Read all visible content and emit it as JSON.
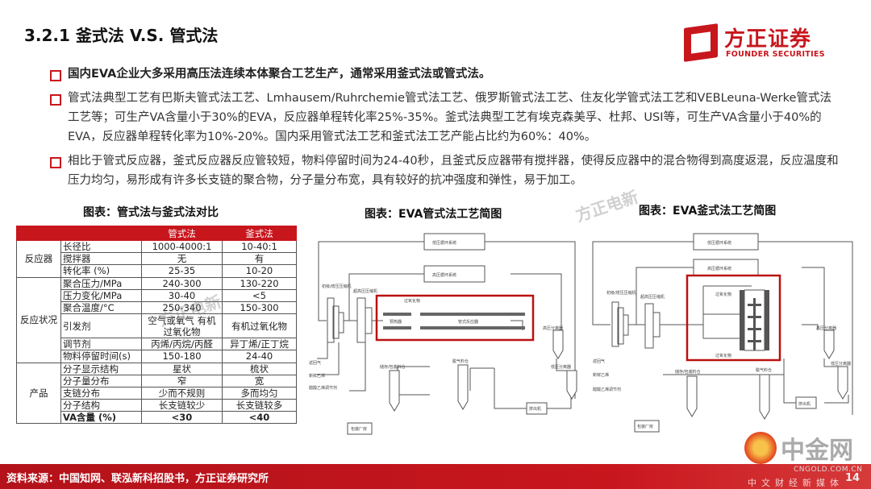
{
  "title": "3.2.1 釜式法 V.S. 管式法",
  "logo": {
    "cn": "方正证券",
    "en": "FOUNDER SECURITIES"
  },
  "bullets": [
    "国内EVA企业大多采用高压法连续本体聚合工艺生产，通常采用釜式法或管式法。",
    "管式法典型工艺有巴斯夫管式法工艺、Lmhausem/Ruhrchemie管式法工艺、俄罗斯管式法工艺、住友化学管式法工艺和VEBLeuna-Werke管式法工艺等；可生产VA含量小于30%的EVA，反应器单程转化率25%-35%。釜式法典型工艺有埃克森美孚、杜邦、USI等，可生产VA含量小于40%的EVA，反应器单程转化率为10%-20%。国内采用管式法工艺和釜式法工艺产能占比约为60%：40%。",
    "相比于管式反应器，釜式反应器反应管较短，物料停留时间为24-40秒，且釜式反应器带有搅拌器，使得反应器中的混合物得到高度返混，反应温度和压力均匀，易形成有许多长支链的聚合物，分子量分布宽，具有较好的抗冲强度和弹性，易于加工。"
  ],
  "captions": {
    "table": "图表：管式法与釜式法对比",
    "tube": "图表：EVA管式法工艺简图",
    "kettle": "图表：EVA釜式法工艺简图"
  },
  "watermark": "方正电新",
  "table": {
    "headers": [
      "",
      "",
      "管式法",
      "釜式法"
    ],
    "groups": [
      "反应器",
      "反应状况",
      "产品"
    ],
    "rows": [
      [
        "长径比",
        "1000-4000:1",
        "10-40:1"
      ],
      [
        "搅拌器",
        "无",
        "有"
      ],
      [
        "转化率 (%)",
        "25-35",
        "10-20"
      ],
      [
        "聚合压力/MPa",
        "240-300",
        "130-220"
      ],
      [
        "压力变化/MPa",
        "30-40",
        "<5"
      ],
      [
        "聚合温度/°C",
        "250-340",
        "150-300"
      ],
      [
        "引发剂",
        "空气或氧气 有机过氧化物",
        "有机过氧化物"
      ],
      [
        "调节剂",
        "丙烯/丙烷/丙醛",
        "异丁烯/正丁烷"
      ],
      [
        "物料停留时间(s)",
        "150-180",
        "24-40"
      ],
      [
        "分子显示结构",
        "星状",
        "梳状"
      ],
      [
        "分子量分布",
        "窄",
        "宽"
      ],
      [
        "支链分布",
        "少而不规则",
        "多而均匀"
      ],
      [
        "分子结构",
        "长支链较少",
        "长支链较多"
      ],
      [
        "VA含量 (%)",
        "<30",
        "<40"
      ]
    ]
  },
  "diagram": {
    "low_loop": "低压循环系统",
    "high_loop": "高压循环系统",
    "compressor1": "初级/增压压缩机",
    "compressor2": "超高压压缩机",
    "peroxide": "过氧化物",
    "preheater": "预热器",
    "tube_reactor": "管式反应器",
    "hp_sep": "高压分离器",
    "lp_sep": "低压分离器",
    "return_gas": "返回气",
    "fresh_ethylene": "新鲜乙烯",
    "vac": "醋酸乙烯调节剂",
    "storage": "储存/包装料仓",
    "degas": "脱气料仓",
    "extruder": "挤出机",
    "packing": "包装厂房"
  },
  "footer": {
    "source": "资料来源：中国知网、联泓新科招股书，方正证券研究所",
    "page": "14"
  },
  "cngold": {
    "cn": "中金网",
    "domain": "CNGOLD.COM.CN",
    "slogan": "中文财经新媒体"
  },
  "colors": {
    "accent": "#c8161d"
  }
}
